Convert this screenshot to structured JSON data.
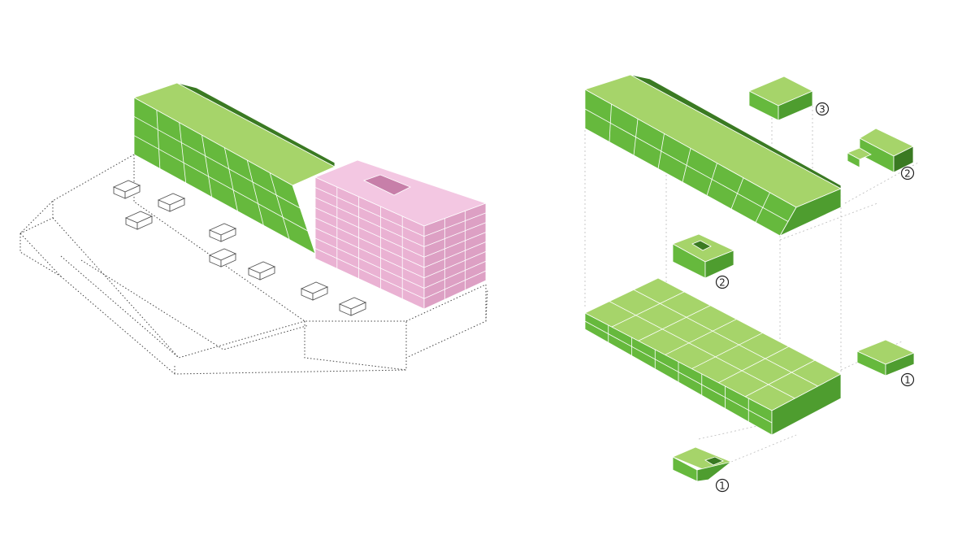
{
  "palette": {
    "green_top": "#a6d46a",
    "green_left": "#66b93d",
    "green_right": "#4e9d2f",
    "green_dark": "#3a7a22",
    "pink_top": "#f3c7e2",
    "pink_left": "#eab2d3",
    "pink_right": "#dda0c4",
    "pink_dark": "#c77fa9",
    "line": "#ffffff"
  },
  "labels": {
    "upper_module": "3",
    "upper_right_module": "2",
    "middle_module": "2",
    "right_module": "1",
    "bottom_module": "1"
  }
}
